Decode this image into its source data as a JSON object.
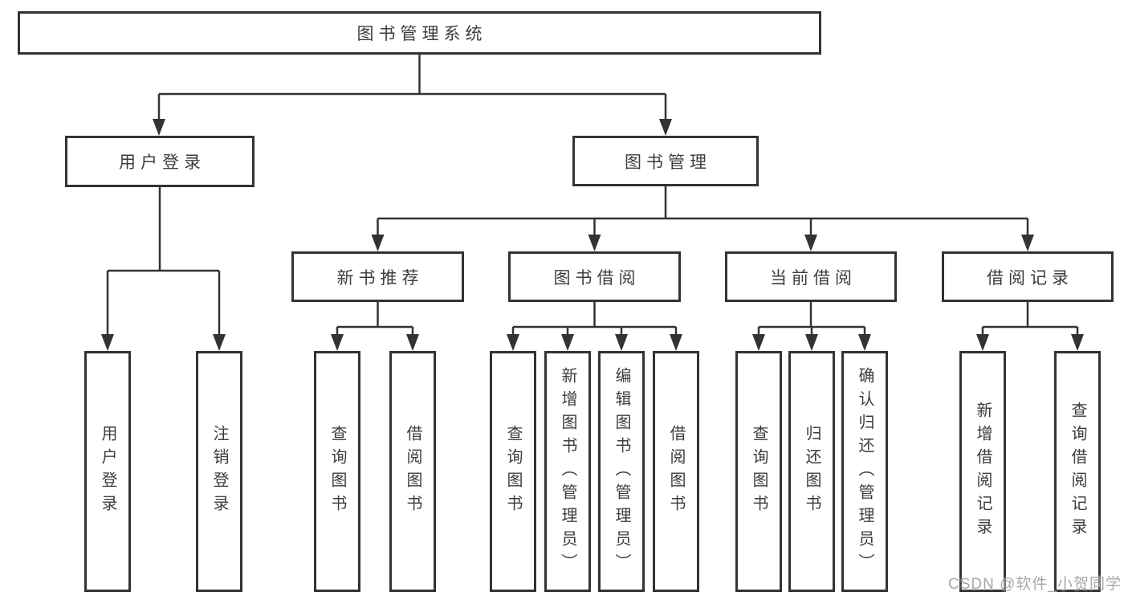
{
  "diagram": {
    "root": {
      "label": "图书管理系统"
    },
    "user_login": {
      "label": "用户登录",
      "children": {
        "login": {
          "label": "用户登录"
        },
        "logout": {
          "label": "注销登录"
        }
      }
    },
    "book_mgmt": {
      "label": "图书管理",
      "sections": {
        "new_books": {
          "label": "新书推荐",
          "children": {
            "query": {
              "label": "查询图书"
            },
            "borrow": {
              "label": "借阅图书"
            }
          }
        },
        "book_borrow": {
          "label": "图书借阅",
          "children": {
            "query": {
              "label": "查询图书"
            },
            "add": {
              "label": "新增图书（管理员）"
            },
            "edit": {
              "label": "编辑图书（管理员）"
            },
            "borrow": {
              "label": "借阅图书"
            }
          }
        },
        "current_borrow": {
          "label": "当前借阅",
          "children": {
            "query": {
              "label": "查询图书"
            },
            "return": {
              "label": "归还图书"
            },
            "confirm": {
              "label": "确认归还（管理员）"
            }
          }
        },
        "borrow_records": {
          "label": "借阅记录",
          "children": {
            "add": {
              "label": "新增借阅记录"
            },
            "query": {
              "label": "查询借阅记录"
            }
          }
        }
      }
    }
  },
  "watermark": {
    "text": "CSDN @软件_小贺同学"
  },
  "colors": {
    "line": "#333333",
    "text": "#3d3d3d",
    "watermark": "#a0a0a0",
    "background": "#ffffff"
  }
}
